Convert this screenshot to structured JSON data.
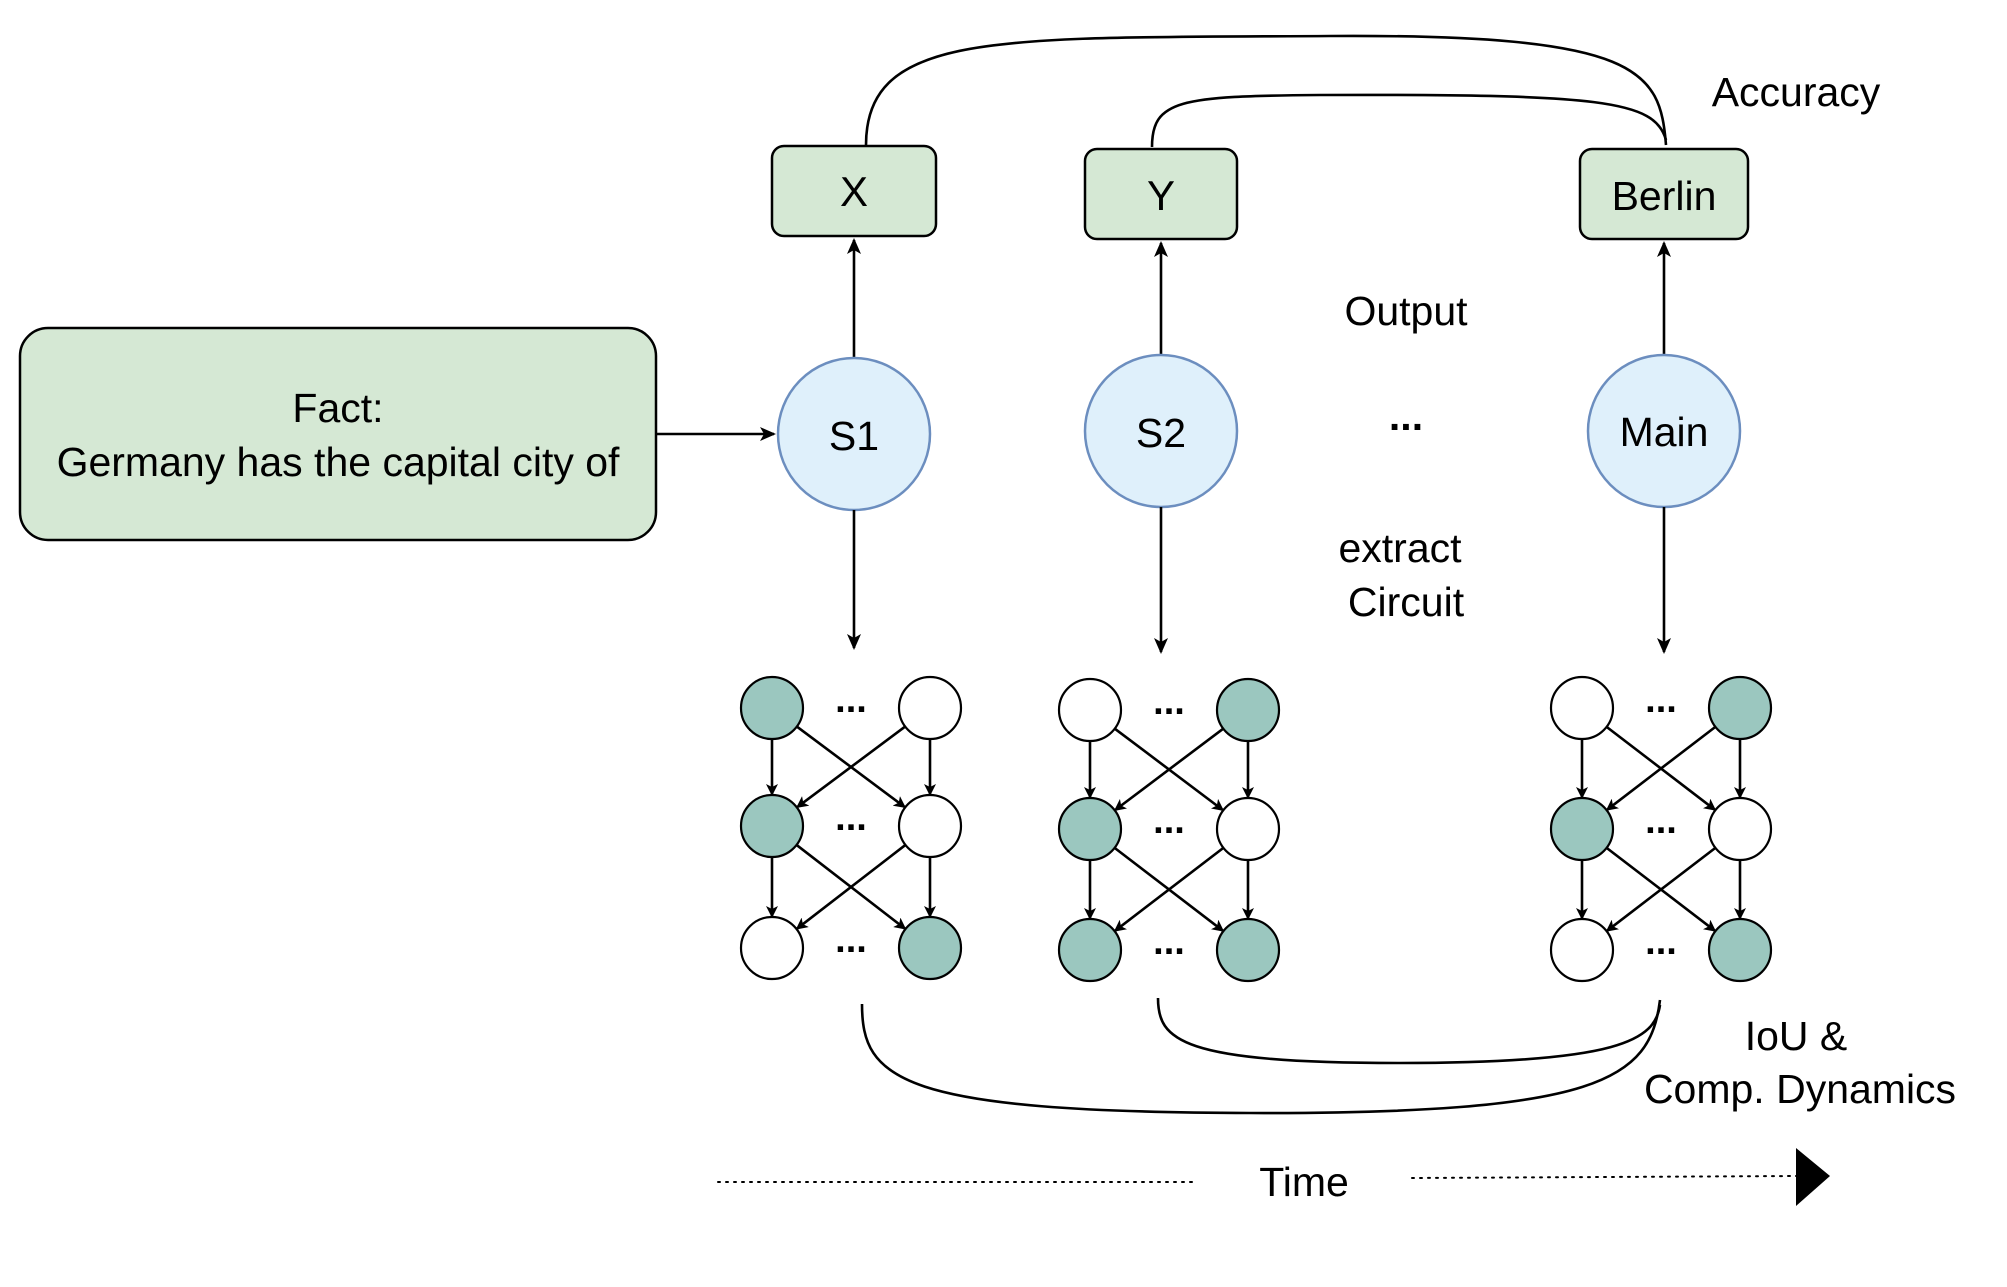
{
  "fact_box": {
    "line1": "Fact:",
    "line2": "Germany has the capital city of"
  },
  "stages": [
    {
      "label": "S1",
      "output": "X",
      "nodes": [
        [
          1,
          0
        ],
        [
          1,
          0
        ],
        [
          0,
          1
        ]
      ]
    },
    {
      "label": "S2",
      "output": "Y",
      "nodes": [
        [
          0,
          1
        ],
        [
          1,
          0
        ],
        [
          1,
          1
        ]
      ]
    },
    {
      "label": "Main",
      "output": "Berlin",
      "nodes": [
        [
          0,
          1
        ],
        [
          1,
          0
        ],
        [
          0,
          1
        ]
      ]
    }
  ],
  "labels": {
    "accuracy": "Accuracy",
    "output": "Output",
    "ellipsis": "...",
    "extract_line1": "extract",
    "extract_line2": "Circuit",
    "iou_line1": "IoU &",
    "iou_line2": "Comp. Dynamics",
    "time": "Time"
  },
  "circuit_ellipsis": "...",
  "colors": {
    "fact_fill": "#d5e8d4",
    "output_fill": "#d5e8d4",
    "stage_fill": "#dff0fb",
    "stage_stroke": "#6c8ebf",
    "node_filled": "#9bc7bf",
    "node_empty": "#ffffff"
  }
}
